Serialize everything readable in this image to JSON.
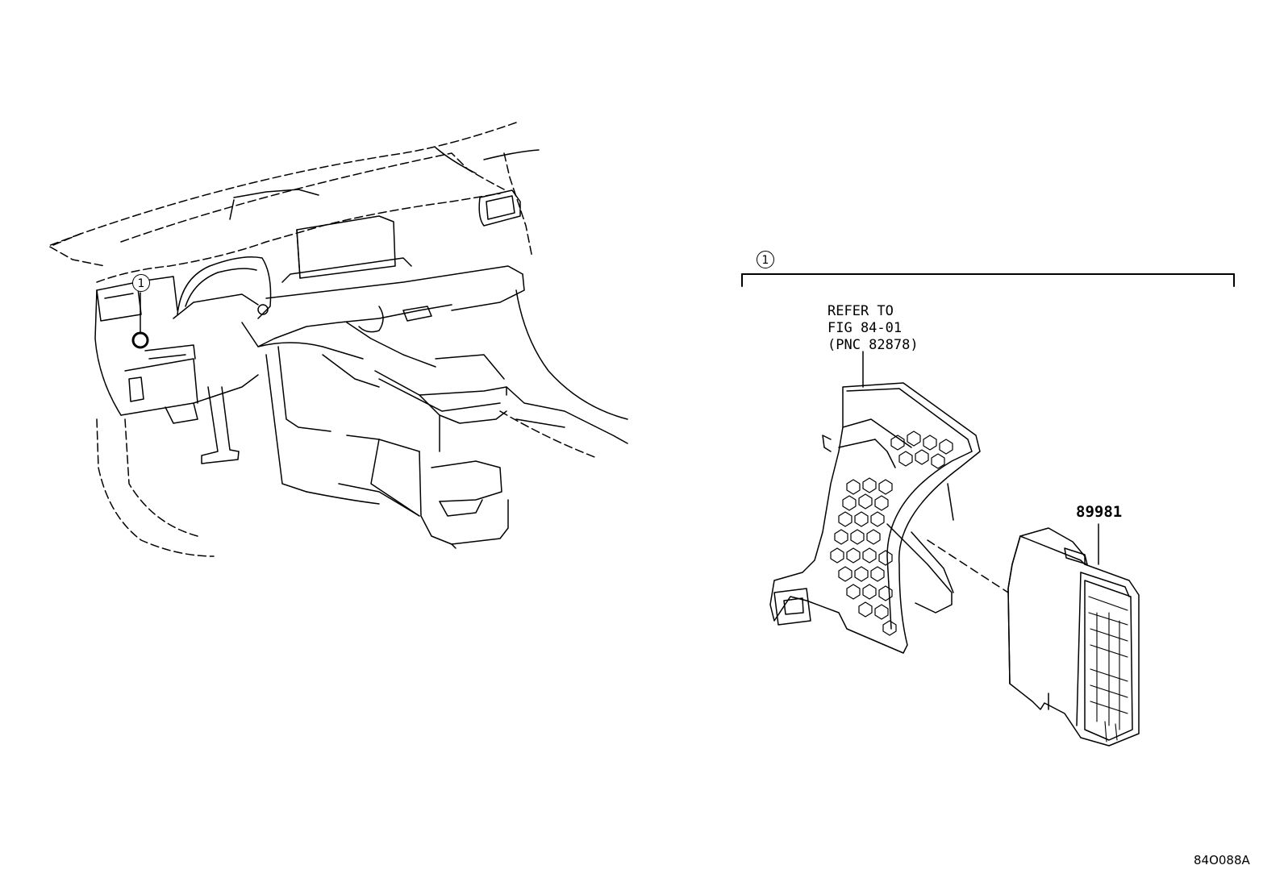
{
  "callouts": {
    "dash_callout": "1",
    "group_callout": "1"
  },
  "refer_note": {
    "line1": "REFER TO",
    "line2": "FIG 84-01",
    "line3": "(PNC 82878)"
  },
  "part_number": "89981",
  "figure_code": "84O088A",
  "colors": {
    "ink": "#000000",
    "paper": "#ffffff"
  }
}
